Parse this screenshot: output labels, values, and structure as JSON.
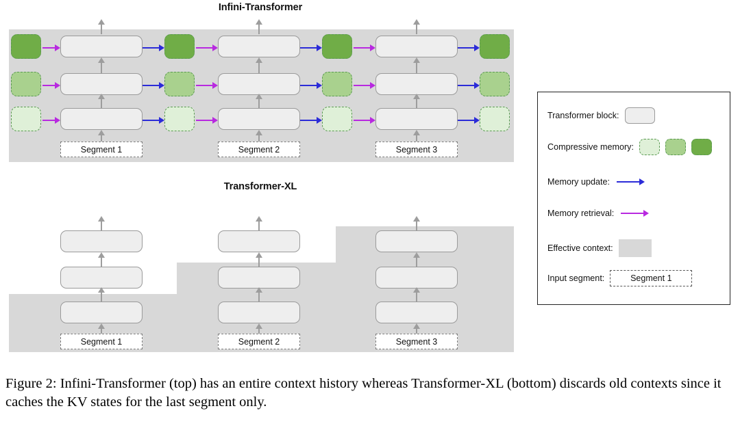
{
  "figure": {
    "caption": "Figure 2:  Infini-Transformer (top) has an entire context history whereas Transformer-XL (bottom) discards old contexts since it caches the KV states for the last segment only."
  },
  "sections": [
    {
      "id": "infini",
      "title": "Infini-Transformer"
    },
    {
      "id": "xl",
      "title": "Transformer-XL"
    }
  ],
  "segments": {
    "s1": "Segment 1",
    "s2": "Segment 2",
    "s3": "Segment 3"
  },
  "legend": {
    "rows": [
      {
        "label": "Transformer block:",
        "kind": "block"
      },
      {
        "label": "Compressive memory:",
        "kind": "memory-swatches"
      },
      {
        "label": "Memory update:",
        "kind": "arrow-blue"
      },
      {
        "label": "Memory retrieval:",
        "kind": "arrow-purple"
      },
      {
        "label": "Effective context:",
        "kind": "context-swatch"
      },
      {
        "label": "Input segment:",
        "kind": "segment",
        "value": "Segment 1"
      }
    ]
  },
  "colors": {
    "memory_light": "#dff0d8",
    "memory_medium": "#a9d18e",
    "memory_dark": "#70ad47",
    "memory_border": "#5a9a52",
    "block_fill": "#eeeeee",
    "block_border": "#9a9a9a",
    "effective_context": "#d8d8d8",
    "memory_update_arrow": "#2b2bd8",
    "memory_retrieval_arrow": "#b829e0",
    "flow_arrow": "#9d9d9d"
  }
}
